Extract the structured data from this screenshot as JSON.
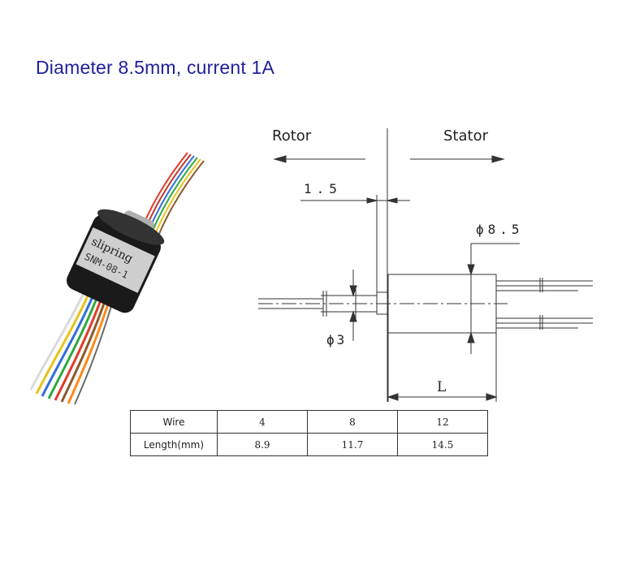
{
  "title": "Diameter 8.5mm, current 1A",
  "labels": {
    "rotor": "Rotor",
    "stator": "Stator",
    "dim_gap": "1.5",
    "dim_body": "ϕ8.5",
    "dim_shaft": "ϕ3",
    "dim_length": "L"
  },
  "table": {
    "rows": [
      {
        "header": "Wire",
        "values": [
          "4",
          "8",
          "12"
        ]
      },
      {
        "header": "Length(mm)",
        "values": [
          "8.9",
          "11.7",
          "14.5"
        ]
      }
    ]
  },
  "colors": {
    "title": "#1f1f9a",
    "body": "#1a1a1a",
    "wires": [
      "#e8c21c",
      "#2f6fd6",
      "#e23a2a",
      "#2fa843",
      "#8b5a2b",
      "#f0f0f0",
      "#ff8a1c",
      "#d9d9d9"
    ]
  }
}
